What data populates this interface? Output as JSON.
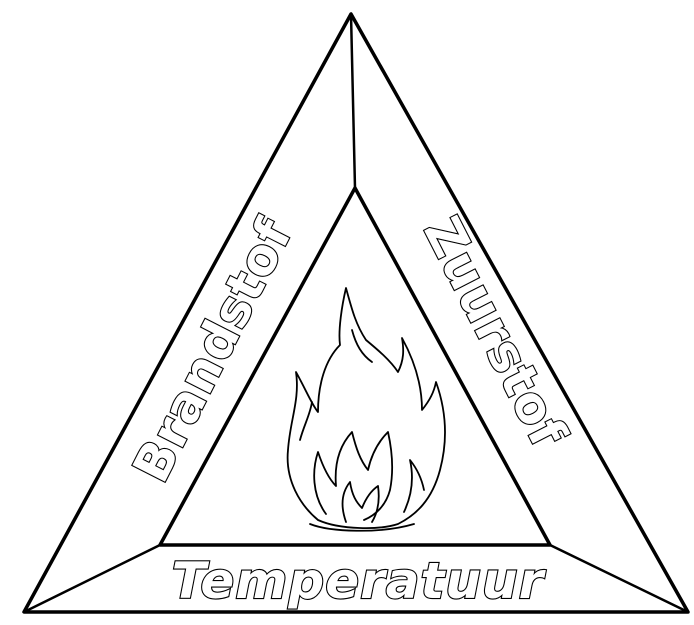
{
  "diagram": {
    "labels": {
      "left_side": "Brandstof",
      "right_side": "Zuurstof",
      "bottom_side": "Temperatuur"
    },
    "center_icon": "flame-icon",
    "colors": {
      "line": "#000000",
      "background": "#ffffff"
    }
  }
}
